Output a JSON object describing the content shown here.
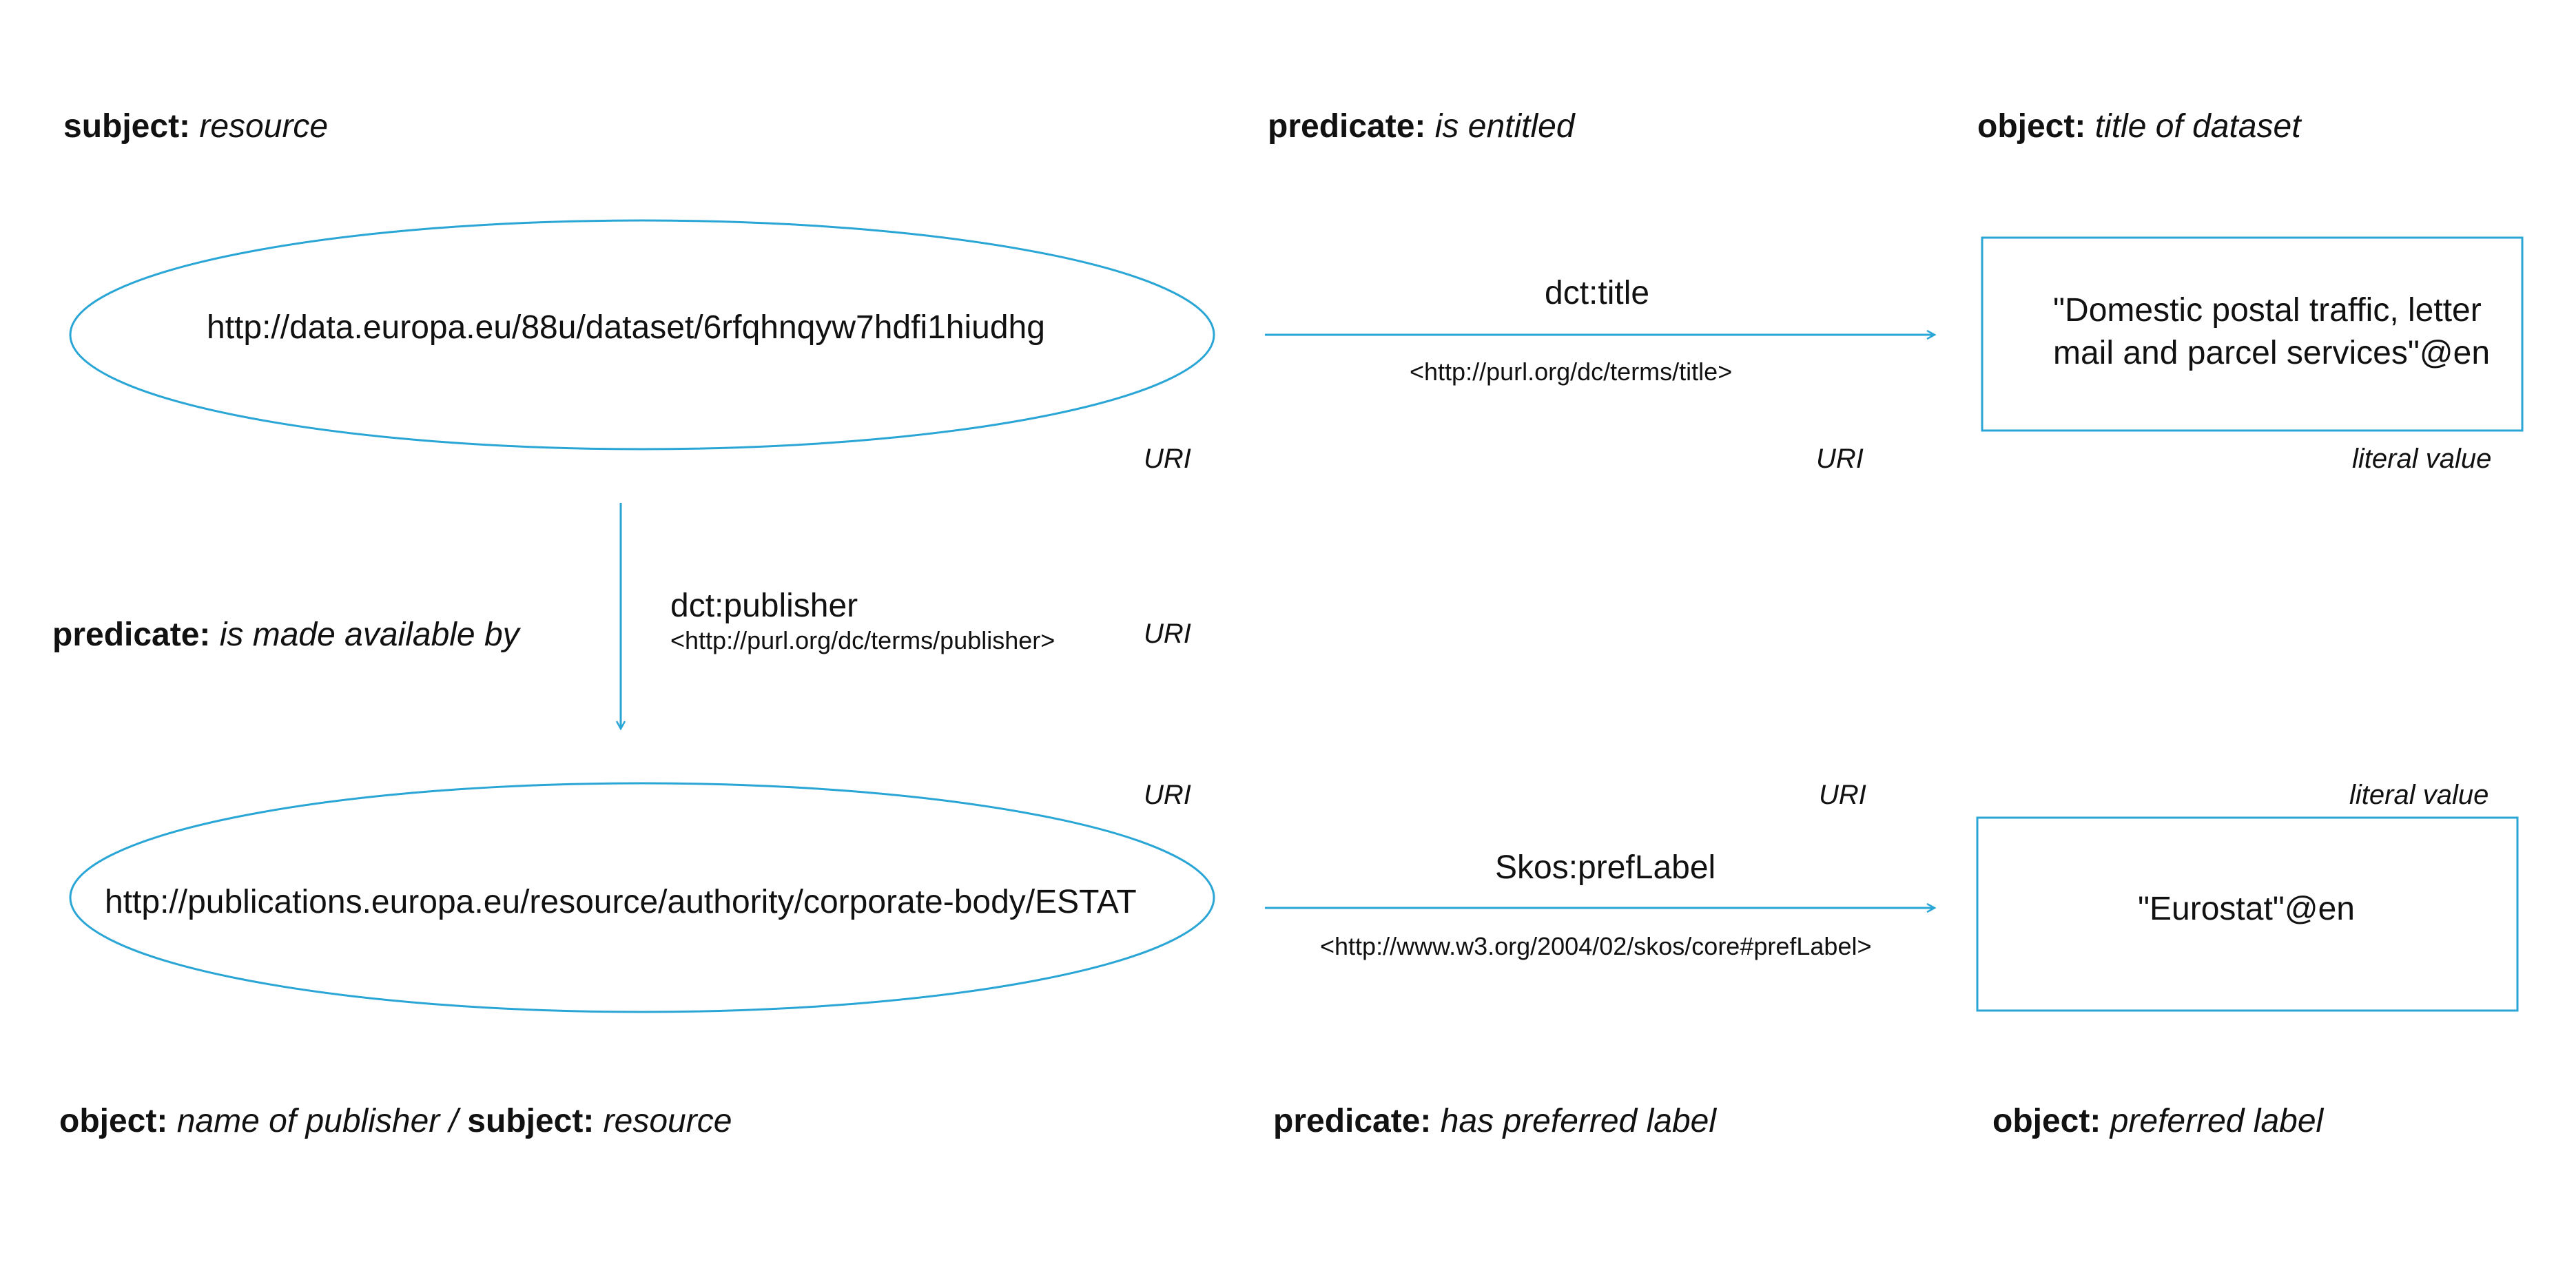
{
  "colors": {
    "accent": "#2aa6d6",
    "text": "#111111",
    "background": "#ffffff"
  },
  "headers": {
    "subject_top": {
      "bold": "subject:",
      "italic": "resource"
    },
    "predicate_top": {
      "bold": "predicate:",
      "italic": "is entitled"
    },
    "object_top": {
      "bold": "object:",
      "italic": "title of dataset"
    },
    "predicate_left": {
      "bold": "predicate:",
      "italic": "is made available by"
    },
    "object_bottom_left": {
      "bold1": "object:",
      "italic1": "name of publisher /",
      "bold2": "subject:",
      "italic2": "resource"
    },
    "predicate_bottom": {
      "bold": "predicate:",
      "italic": "has preferred label"
    },
    "object_bottom_right": {
      "bold": "object:",
      "italic": "preferred label"
    }
  },
  "nodes": {
    "dataset": "http://data.europa.eu/88u/dataset/6rfqhnqyw7hdfi1hiudhg",
    "publisher": "http://publications.europa.eu/resource/authority/corporate-body/ESTAT",
    "title_literal_line1": "\"Domestic postal traffic, letter",
    "title_literal_line2": "mail and parcel services\"@en",
    "label_literal": "\"Eurostat\"@en"
  },
  "edges": {
    "title": {
      "label": "dct:title",
      "uri": "<http://purl.org/dc/terms/title>"
    },
    "publisher": {
      "label": "dct:publisher",
      "uri": "<http://purl.org/dc/terms/publisher>"
    },
    "preflabel": {
      "label": "Skos:prefLabel",
      "uri": "<http://www.w3.org/2004/02/skos/core#prefLabel>"
    }
  },
  "kinds": {
    "uri": "URI",
    "literal": "literal value"
  }
}
